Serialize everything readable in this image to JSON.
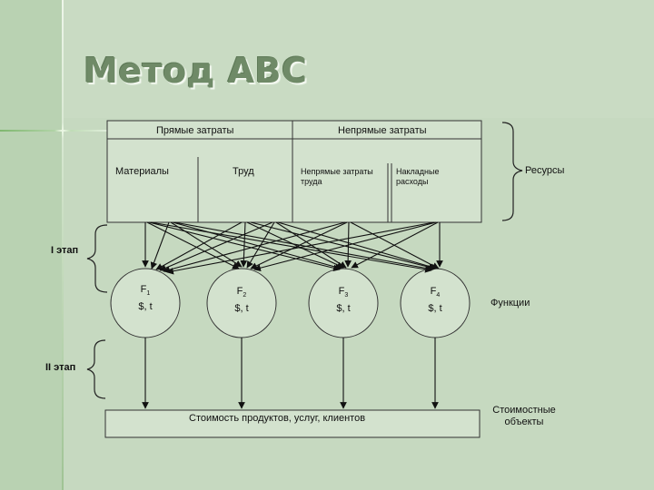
{
  "title": "Метод АВС",
  "header": {
    "direct_costs": "Прямые затраты",
    "indirect_costs": "Непрямые затраты"
  },
  "resources": {
    "materials": "Материалы",
    "labor": "Труд",
    "indirect_labor": "Непрямые затраты труда",
    "overhead": "Накладные расходы",
    "label": "Ресурсы"
  },
  "stages": {
    "stage1": "I этап",
    "stage2": "II этап"
  },
  "functions": {
    "label": "Функции",
    "items": [
      {
        "name": "F",
        "index": "1",
        "units": "$, t"
      },
      {
        "name": "F",
        "index": "2",
        "units": "$, t"
      },
      {
        "name": "F",
        "index": "3",
        "units": "$, t"
      },
      {
        "name": "F",
        "index": "4",
        "units": "$, t"
      }
    ]
  },
  "cost_objects": {
    "box_text": "Стоимость продуктов, услуг, клиентов",
    "label": "Стоимостные объекты"
  },
  "colors": {
    "background": "#c6d9c0",
    "title": "#6f8a67",
    "lines": "#111111"
  }
}
